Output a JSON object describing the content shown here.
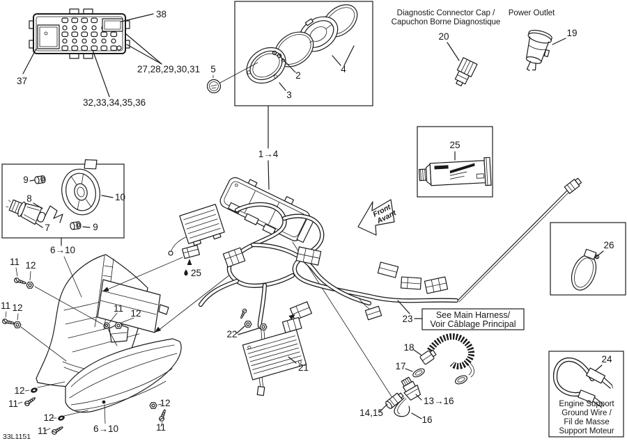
{
  "sheet_code": "33L1151",
  "labels": {
    "l1_4": "1→4",
    "l2": "2",
    "l3": "3",
    "l4": "4",
    "l5": "5",
    "l6_10": "6→10",
    "l7": "7",
    "l8": "8",
    "l9": "9",
    "l10": "10",
    "l11": "11",
    "l12": "12",
    "l13_16": "13→16",
    "l14_15": "14,15",
    "l16": "16",
    "l17": "17",
    "l18": "18",
    "l19": "19",
    "l20": "20",
    "l21": "21",
    "l22": "22",
    "l23": "23",
    "l24": "24",
    "l25": "25",
    "l26": "26",
    "l27_31": "27,28,29,30,31",
    "l32_36": "32,33,34,35,36",
    "l37": "37",
    "l38": "38"
  },
  "annotations": {
    "diagnostic_cap_line1": "Diagnostic Connector Cap /",
    "diagnostic_cap_line2": "Capuchon Borne Diagnostique",
    "power_outlet": "Power Outlet",
    "front_line1": "Front",
    "front_line2": "Avant",
    "main_harness_line1": "See Main Harness/",
    "main_harness_line2": "Voir Câblage Principal",
    "ground_wire_line1": "Engine Support",
    "ground_wire_line2": "Ground Wire /",
    "ground_wire_line3": "Fil de Masse",
    "ground_wire_line4": "Support Moteur"
  },
  "icons": {
    "grease_drop": "drop-icon",
    "front_direction": "front-arrow"
  },
  "colors": {
    "line": "#1a1a1a",
    "background": "#ffffff"
  }
}
